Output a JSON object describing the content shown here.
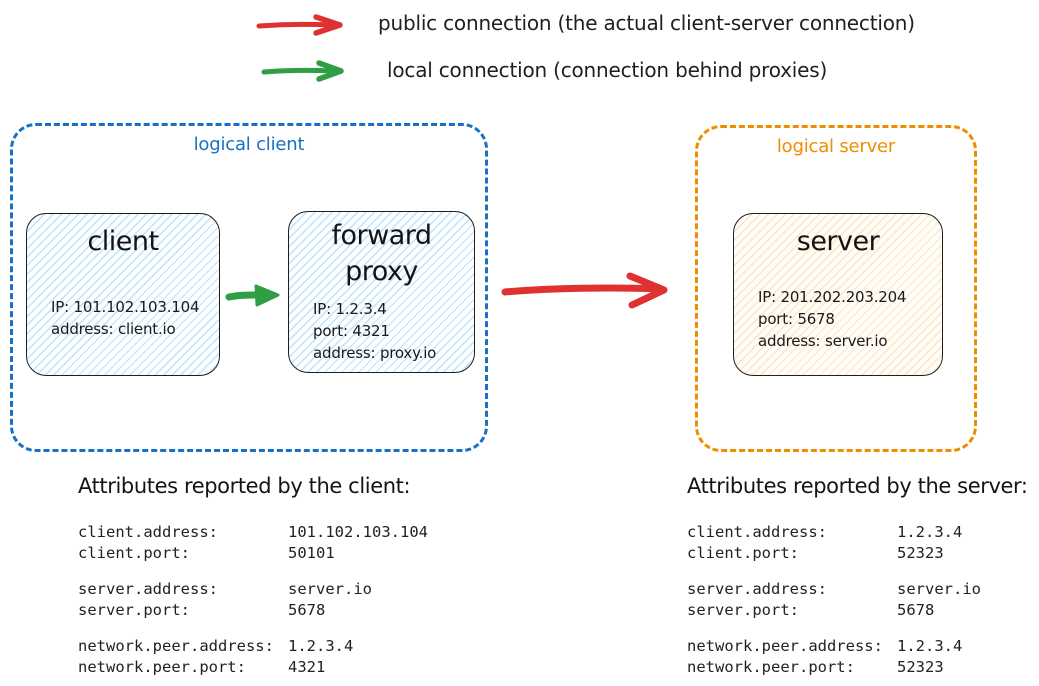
{
  "colors": {
    "public_arrow_red": "#e03131",
    "local_arrow_green": "#2f9e44",
    "logical_client_blue": "#1971c2",
    "logical_server_orange": "#f08c00"
  },
  "legend": {
    "items": [
      {
        "label": "public connection (the actual client-server connection)"
      },
      {
        "label": "local connection (connection behind proxies)"
      }
    ]
  },
  "diagram": {
    "logical_client": {
      "label": "logical client",
      "client_node": {
        "title": "client",
        "lines": [
          "IP: 101.102.103.104",
          "address: client.io"
        ]
      },
      "proxy_node": {
        "title": "forward proxy",
        "lines": [
          "IP: 1.2.3.4",
          "port: 4321",
          "address: proxy.io"
        ]
      }
    },
    "logical_server": {
      "label": "logical server",
      "server_node": {
        "title": "server",
        "lines": [
          "IP: 201.202.203.204",
          "port: 5678",
          "address: server.io"
        ]
      }
    }
  },
  "client_attributes": {
    "heading": "Attributes reported by the client:",
    "groups": [
      {
        "rows": [
          {
            "key": "client.address:",
            "value": "101.102.103.104"
          },
          {
            "key": "client.port:",
            "value": "50101"
          }
        ]
      },
      {
        "rows": [
          {
            "key": "server.address:",
            "value": "server.io"
          },
          {
            "key": "server.port:",
            "value": "5678"
          }
        ]
      },
      {
        "rows": [
          {
            "key": "network.peer.address:",
            "value": "1.2.3.4"
          },
          {
            "key": "network.peer.port:",
            "value": "4321"
          }
        ]
      }
    ]
  },
  "server_attributes": {
    "heading": "Attributes reported by the server:",
    "groups": [
      {
        "rows": [
          {
            "key": "client.address:",
            "value": "1.2.3.4"
          },
          {
            "key": "client.port:",
            "value": "52323"
          }
        ]
      },
      {
        "rows": [
          {
            "key": "server.address:",
            "value": "server.io"
          },
          {
            "key": "server.port:",
            "value": "5678"
          }
        ]
      },
      {
        "rows": [
          {
            "key": "network.peer.address:",
            "value": "1.2.3.4"
          },
          {
            "key": "network.peer.port:",
            "value": "52323"
          }
        ]
      }
    ]
  }
}
